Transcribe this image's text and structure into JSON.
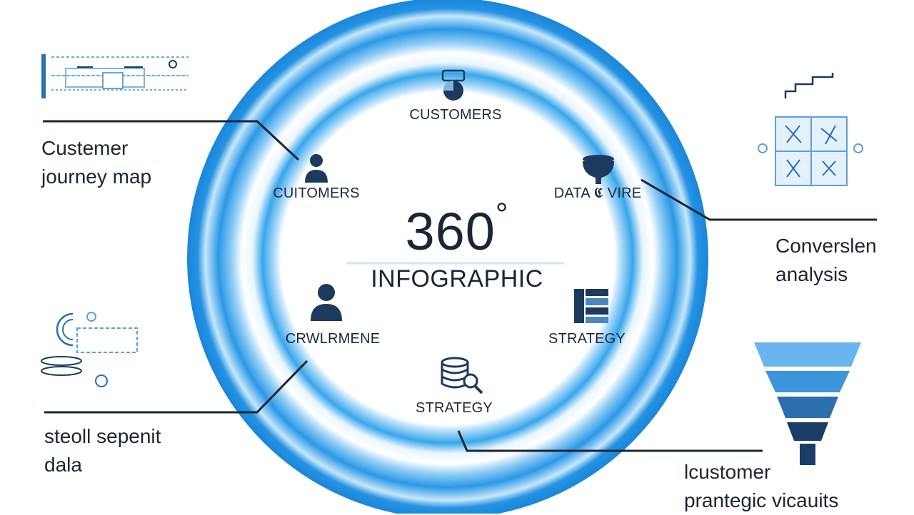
{
  "center": {
    "number": "360",
    "degree": "°",
    "subtitle": "INFOGRAPHIC"
  },
  "ring_labels": {
    "top": "CUSTOMERS",
    "upper_left": "CUITOMERS",
    "upper_right": "DATA 𝕮 VIRE",
    "lower_left": "CRWLRMENE",
    "lower_right": "STRATEGY",
    "bottom": "STRATEGY"
  },
  "callouts": {
    "top_left": [
      "Custemer",
      "journey map"
    ],
    "right_top": [
      "Converslen",
      "analysis"
    ],
    "bottom_left": [
      "steoll sepenit",
      "dala"
    ],
    "bottom_right": [
      "lcustomer",
      "prantegic vicauits"
    ]
  },
  "colors": {
    "ring_dark": "#1f8fe0",
    "ring_light": "#e6f4fd",
    "icon_navy": "#1b3a5c",
    "funnel_top": "#69b6ee",
    "funnel_bottom": "#1a3d66"
  },
  "icons": [
    "monitor-people-icon",
    "person-icon",
    "database-bowl-icon",
    "person-icon",
    "server-rack-icon",
    "database-search-icon",
    "funnel-icon"
  ]
}
